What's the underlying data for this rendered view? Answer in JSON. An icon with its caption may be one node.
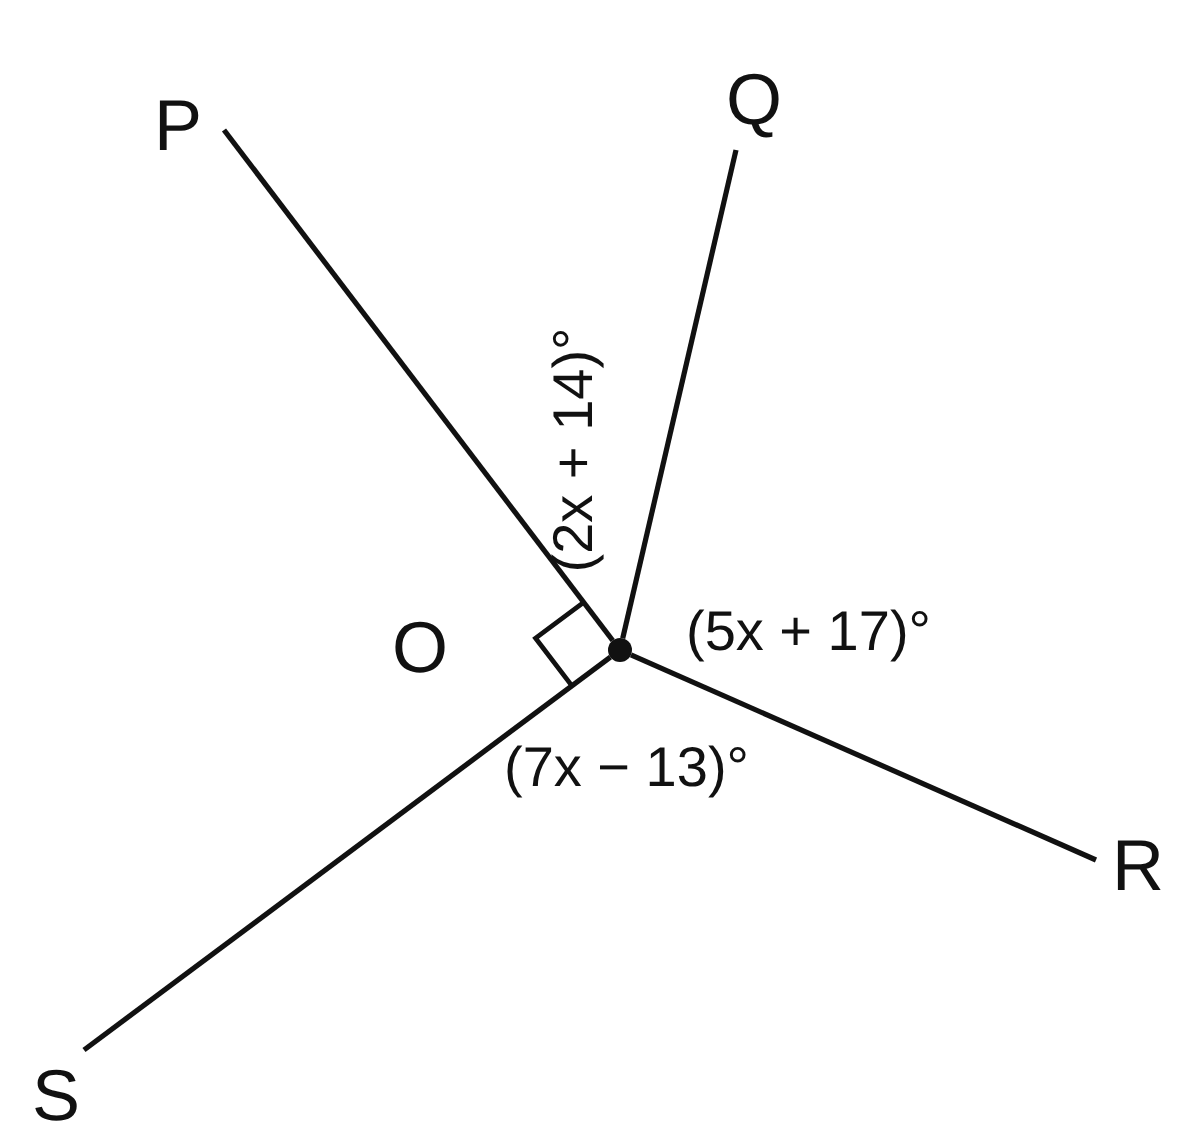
{
  "diagram": {
    "nodes": [
      {
        "text": [],
        "shape": "circle",
        "beside": [
          "O"
        ]
      },
      {
        "text": [
          "P"
        ]
      },
      {
        "text": [
          "Q"
        ]
      },
      {
        "text": [
          "R"
        ]
      },
      {
        "text": [
          "S"
        ]
      }
    ],
    "edges": [
      {
        "from": 0,
        "to": 1,
        "arrow": "none"
      },
      {
        "from": 0,
        "to": 2,
        "arrow": "none"
      },
      {
        "from": 0,
        "to": 3,
        "arrow": "none"
      },
      {
        "from": 0,
        "to": 4,
        "arrow": "none"
      }
    ],
    "labels": [
      "(2x + 14)°",
      "(5x + 17)°",
      "(7x − 13)°"
    ]
  }
}
